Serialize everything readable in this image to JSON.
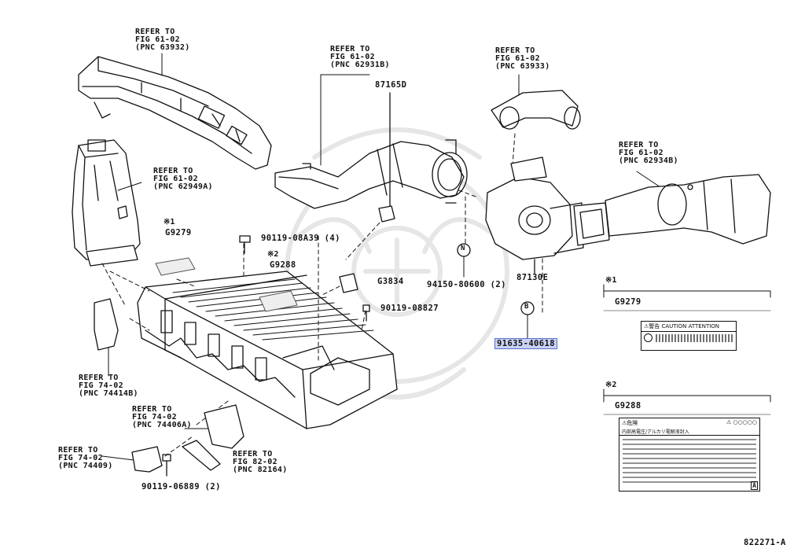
{
  "diagram_id": "822271-A",
  "refs": [
    {
      "id": "ref-63932",
      "line1": "REFER TO",
      "line2": "FIG 61-02",
      "line3": "(PNC 63932)"
    },
    {
      "id": "ref-62931b",
      "line1": "REFER TO",
      "line2": "FIG 61-02",
      "line3": "(PNC 62931B)"
    },
    {
      "id": "ref-63933",
      "line1": "REFER TO",
      "line2": "FIG 61-02",
      "line3": "(PNC 63933)"
    },
    {
      "id": "ref-62949a",
      "line1": "REFER TO",
      "line2": "FIG 61-02",
      "line3": "(PNC 62949A)"
    },
    {
      "id": "ref-62934b",
      "line1": "REFER TO",
      "line2": "FIG 61-02",
      "line3": "(PNC 62934B)"
    },
    {
      "id": "ref-74414b",
      "line1": "REFER TO",
      "line2": "FIG 74-02",
      "line3": "(PNC 74414B)"
    },
    {
      "id": "ref-74406a",
      "line1": "REFER TO",
      "line2": "FIG 74-02",
      "line3": "(PNC 74406A)"
    },
    {
      "id": "ref-74409",
      "line1": "REFER TO",
      "line2": "FIG 74-02",
      "line3": "(PNC 74409)"
    },
    {
      "id": "ref-82164",
      "line1": "REFER TO",
      "line2": "FIG 82-02",
      "line3": "(PNC 82164)"
    }
  ],
  "parts": {
    "p87165d": "87165D",
    "p87130e": "87130E",
    "g9279": "G9279",
    "g9288": "G9288",
    "g3834": "G3834",
    "bolt1": "90119-08A39 (4)",
    "bolt2": "90119-08827",
    "bolt3": "90119-06889 (2)",
    "clip": "94150-80600 (2)",
    "highlight": "91635-40618",
    "callout_n": "N",
    "callout_b": "B",
    "note1": "※1",
    "note2": "※2"
  },
  "legend": {
    "box1_note": "※1",
    "box1_part": "G9279",
    "box1_label": "⚠警告 CAUTION ATTENTION",
    "box2_note": "※2",
    "box2_part": "G9288",
    "box2_title": "⚠危険",
    "box2_sub": "内部高電圧/アルカリ電解液封入",
    "box2_corner": "A"
  },
  "colors": {
    "line": "#111111",
    "highlight_bg": "#c9d3f5",
    "highlight_border": "#5a6fc9",
    "watermark": "#e8e8e8"
  }
}
